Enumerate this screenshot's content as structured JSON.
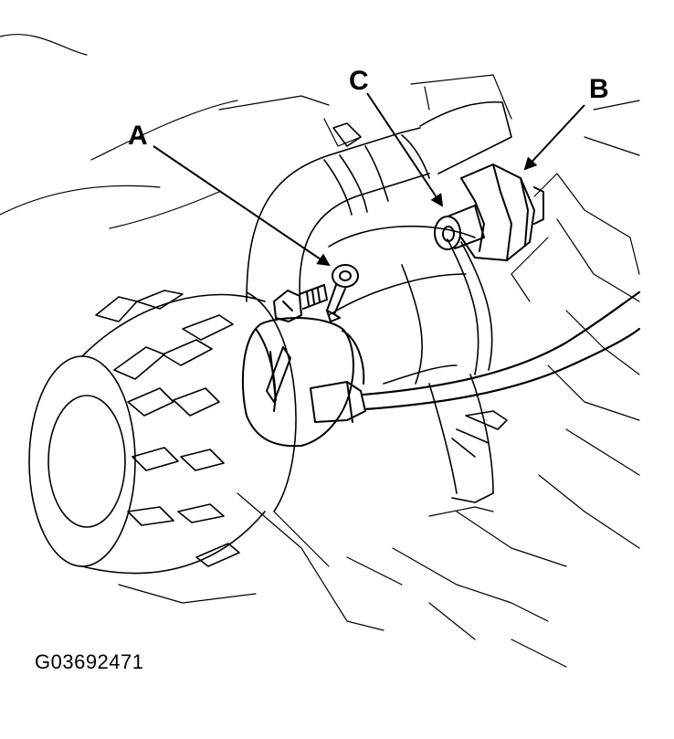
{
  "callouts": {
    "a": "A",
    "b": "B",
    "c": "C"
  },
  "figure_id": "G03692471",
  "colors": {
    "ink": "#000000",
    "paper": "#ffffff"
  }
}
